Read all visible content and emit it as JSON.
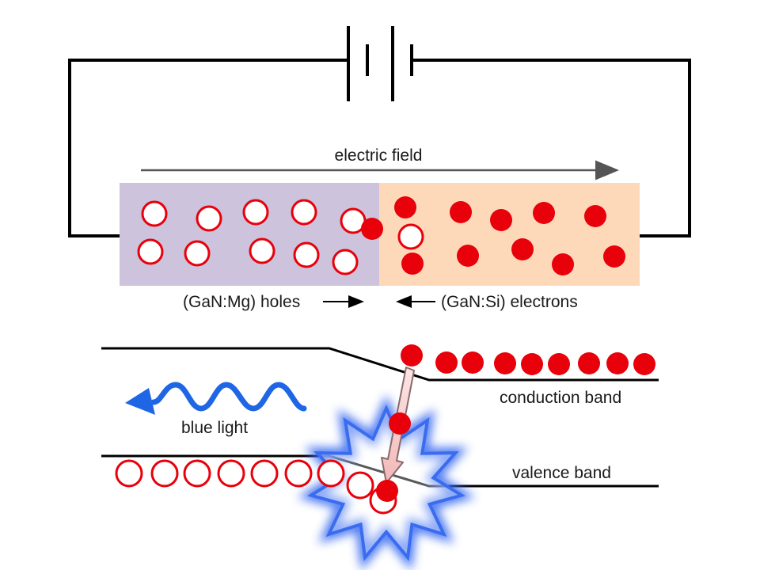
{
  "labels": {
    "electric_field": "electric field",
    "holes": "(GaN:Mg) holes",
    "electrons": "(GaN:Si) electrons",
    "conduction_band": "conduction band",
    "valence_band": "valence band",
    "blue_light": "blue light"
  },
  "colors": {
    "p_region": "#cdc3dd",
    "n_region": "#fdd9b9",
    "particle": "#e8000a",
    "wave": "#1f66e5",
    "glow": "#3a6cf0"
  }
}
